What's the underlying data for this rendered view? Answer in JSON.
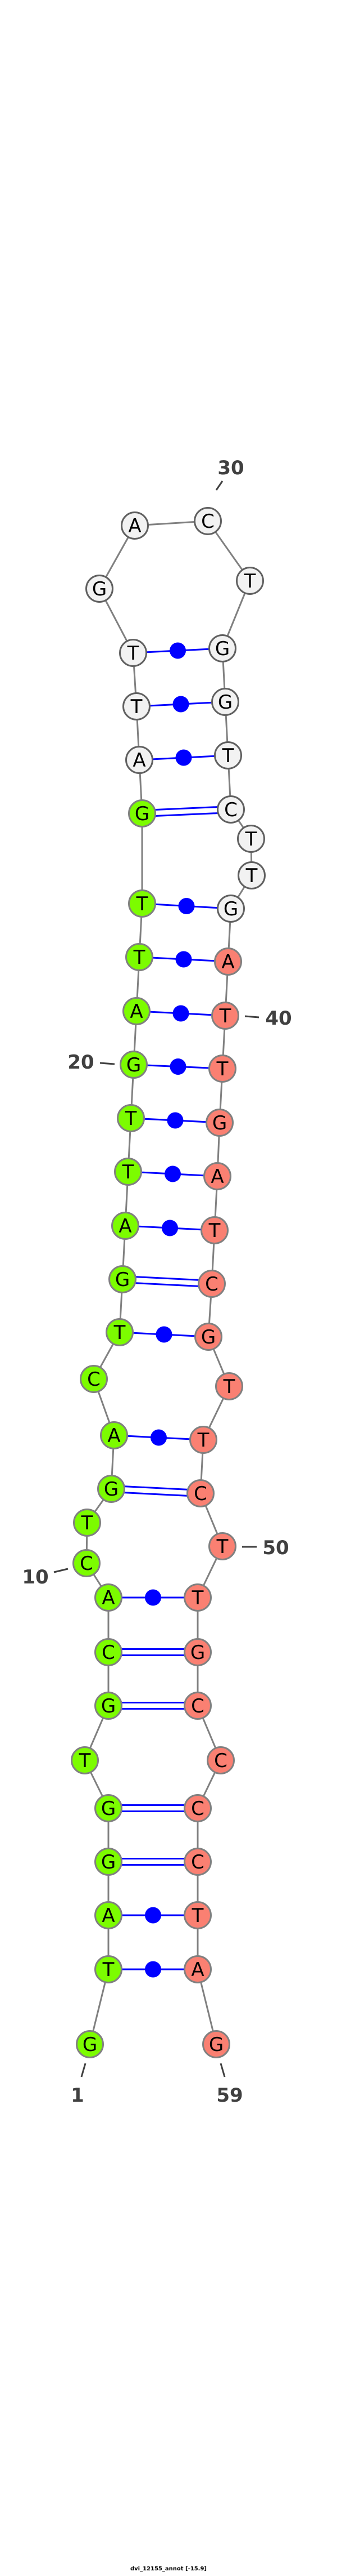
{
  "title": "dvi_12155_annot [-15.9]",
  "sequence": [
    "G",
    "T",
    "A",
    "G",
    "G",
    "T",
    "G",
    "C",
    "A",
    "C",
    "T",
    "G",
    "A",
    "C",
    "T",
    "G",
    "A",
    "T",
    "T",
    "G",
    "A",
    "T",
    "T",
    "G",
    "A",
    "T",
    "T",
    "G",
    "A",
    "C",
    "T",
    "G",
    "G",
    "T",
    "C",
    "T",
    "T",
    "G",
    "A",
    "T",
    "T",
    "G",
    "A",
    "T",
    "C",
    "G",
    "T",
    "T",
    "C",
    "T",
    "T",
    "G",
    "C",
    "C",
    "C",
    "C",
    "T",
    "A",
    "G"
  ],
  "colors": {
    "region_5prime": "#7cfc00",
    "loop": "#f2f2f2",
    "region_3prime": "#fa8072",
    "pair": "#0000ff",
    "backbone": "#808080",
    "label": "#404040"
  },
  "regions": {
    "region_5prime": [
      1,
      24
    ],
    "loop": [
      25,
      38
    ],
    "region_3prime": [
      39,
      59
    ]
  },
  "pairs": [
    [
      2,
      58,
      "wobble"
    ],
    [
      3,
      57,
      "wobble"
    ],
    [
      4,
      56,
      "gc"
    ],
    [
      5,
      55,
      "gc"
    ],
    [
      7,
      53,
      "gc"
    ],
    [
      8,
      52,
      "gc"
    ],
    [
      9,
      51,
      "wobble"
    ],
    [
      12,
      49,
      "gc"
    ],
    [
      13,
      48,
      "wobble"
    ],
    [
      15,
      46,
      "wobble"
    ],
    [
      16,
      45,
      "gc"
    ],
    [
      17,
      44,
      "wobble"
    ],
    [
      18,
      43,
      "wobble"
    ],
    [
      19,
      42,
      "wobble"
    ],
    [
      20,
      41,
      "wobble"
    ],
    [
      21,
      40,
      "wobble"
    ],
    [
      22,
      39,
      "wobble"
    ],
    [
      23,
      38,
      "wobble"
    ],
    [
      24,
      35,
      "gc"
    ],
    [
      25,
      34,
      "wobble"
    ],
    [
      26,
      33,
      "wobble"
    ],
    [
      27,
      32,
      "wobble"
    ]
  ],
  "position_labels": [
    "1",
    "10",
    "20",
    "30",
    "40",
    "50",
    "59"
  ]
}
